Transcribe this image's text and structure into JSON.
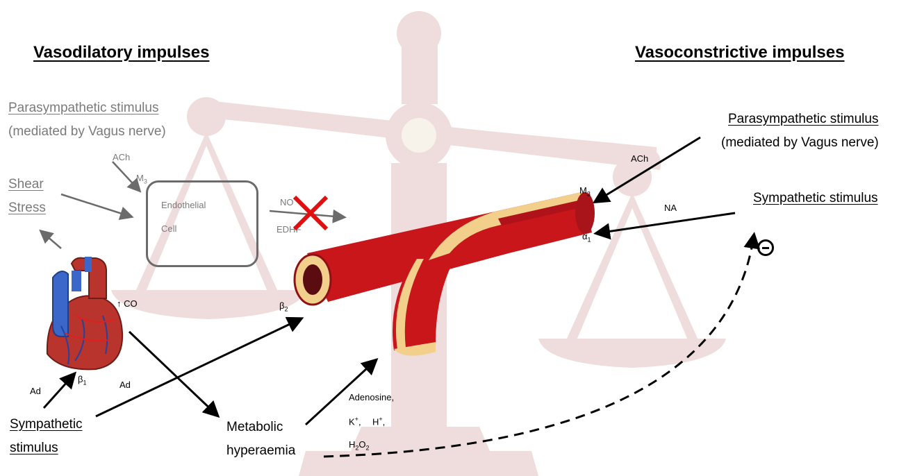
{
  "headings": {
    "left": "Vasodilatory impulses",
    "right": "Vasoconstrictive impulses"
  },
  "left": {
    "parasympathetic": "Parasympathetic stimulus",
    "vagus": "(mediated by Vagus nerve)",
    "ach": "ACh",
    "m3": "M",
    "m3_sub": "3",
    "shear_line1": "Shear",
    "shear_line2": "Stress",
    "cell_line1": "Endothelial",
    "cell_line2": "Cell",
    "no": "NO",
    "edhf": "EDHF",
    "co": "↑ CO",
    "beta2": "β",
    "beta2_sub": "2",
    "beta1": "β",
    "beta1_sub": "1",
    "ad1": "Ad",
    "ad2": "Ad",
    "sympathetic_line1": "Sympathetic",
    "sympathetic_line2": "stimulus",
    "metabolic_line1": "Metabolic",
    "metabolic_line2": "hyperaemia",
    "adenosine": "Adenosine,",
    "k": "K",
    "k_sup": "+",
    "h": "H",
    "h_sup": "+",
    "h2o2_h": "H",
    "h2o2_2a": "2",
    "h2o2_o": "O",
    "h2o2_2b": "2"
  },
  "right": {
    "parasympathetic": "Parasympathetic stimulus",
    "vagus": "(mediated by Vagus nerve)",
    "ach": "ACh",
    "m3": "M",
    "m3_sub": "3",
    "sympathetic": "Sympathetic  stimulus",
    "na": "NA",
    "alpha1": "α",
    "alpha1_sub": "1"
  },
  "icons": {
    "scale": "balance-scale-icon",
    "heart": "heart-icon",
    "vessel": "blood-vessel-icon",
    "block": "red-x-icon",
    "minus": "minus-circle-icon"
  },
  "colors": {
    "scale": "#efdcdc",
    "vessel": "#c8161b",
    "vessel_inner": "#f2cf8a",
    "heart_red": "#b8342c",
    "heart_blue": "#3a67c9",
    "block": "#e01010"
  }
}
